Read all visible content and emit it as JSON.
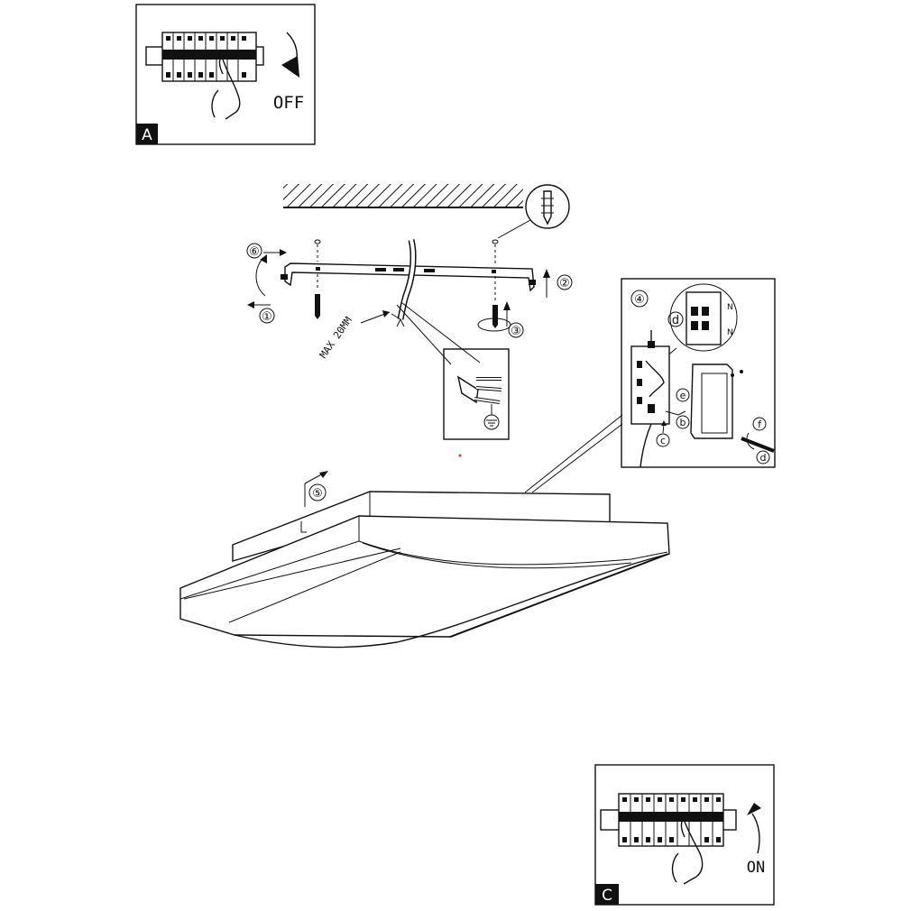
{
  "panel_a": {
    "letter": "A",
    "switch_state": "OFF"
  },
  "panel_c": {
    "letter": "C",
    "switch_state": "ON"
  },
  "steps": {
    "s1": "①",
    "s2": "②",
    "s3": "③",
    "s4": "④",
    "s5": "⑤",
    "s6": "⑥"
  },
  "detail_letters": {
    "d1": "d",
    "e": "e",
    "b": "b",
    "c": "c",
    "f": "f",
    "d2": "d"
  },
  "terminal_marks": {
    "n1": "N",
    "n2": "N"
  },
  "cable_length": "MAX 20MM"
}
